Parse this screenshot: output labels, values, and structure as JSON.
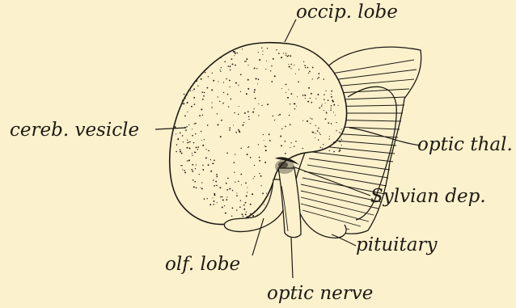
{
  "labels": {
    "occip_lobe": "occip. lobe",
    "cereb_vesicle": "cereb. vesicle",
    "optic_thal": "optic thal.",
    "sylvian_dep": "Sylvian dep.",
    "pituitary": "pituitary",
    "olf_lobe": "olf. lobe",
    "optic_nerve": "optic nerve"
  },
  "colors": {
    "paper": "#fbf1cc",
    "ink": "#1e1a14"
  }
}
